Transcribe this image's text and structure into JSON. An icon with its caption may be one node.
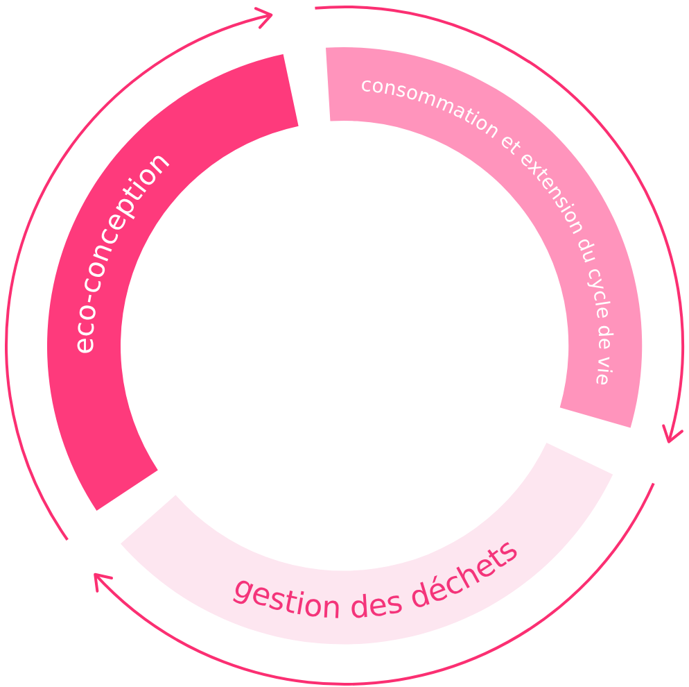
{
  "diagram": {
    "nodes": [
      {
        "text": [
          "eco-conception"
        ]
      },
      {
        "text": [
          "consommation et extension du cycle de vie"
        ]
      },
      {
        "text": [
          "gestion des déchets"
        ]
      }
    ]
  }
}
